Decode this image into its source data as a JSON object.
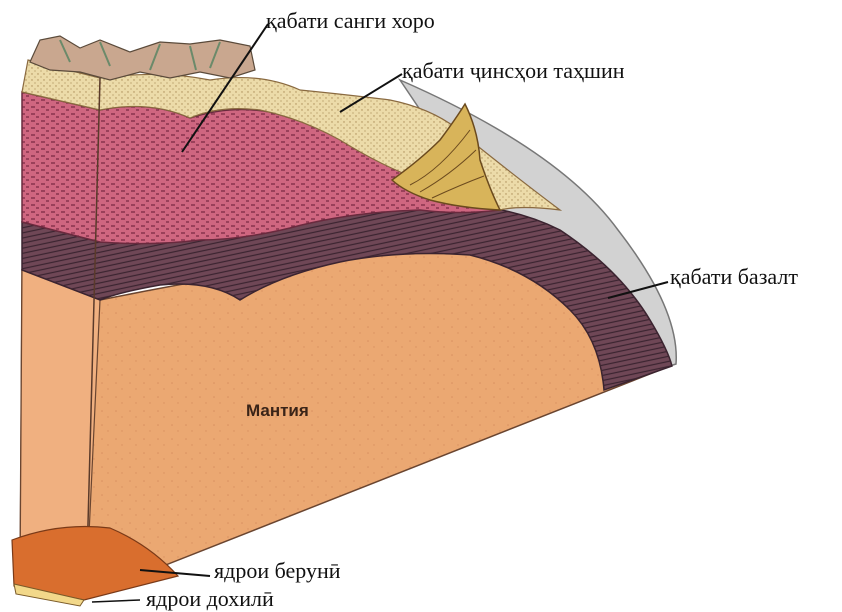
{
  "labels": {
    "granite": "қабати санги хоро",
    "sediment": "қабати ҷинсҳои таҳшин",
    "basalt": "қабати базалт",
    "mantle": "Мантия",
    "outer_core": "ядрои берунӣ",
    "inner_core": "ядрои дохилӣ"
  },
  "colors": {
    "mantle": "#eaa872",
    "granite": "#c95e78",
    "basalt": "#6b4452",
    "sediment": "#e9d6a2",
    "ocean_shell": "#cfcfcf",
    "outer_core": "#d96e2e",
    "inner_core": "#f2d88a"
  }
}
